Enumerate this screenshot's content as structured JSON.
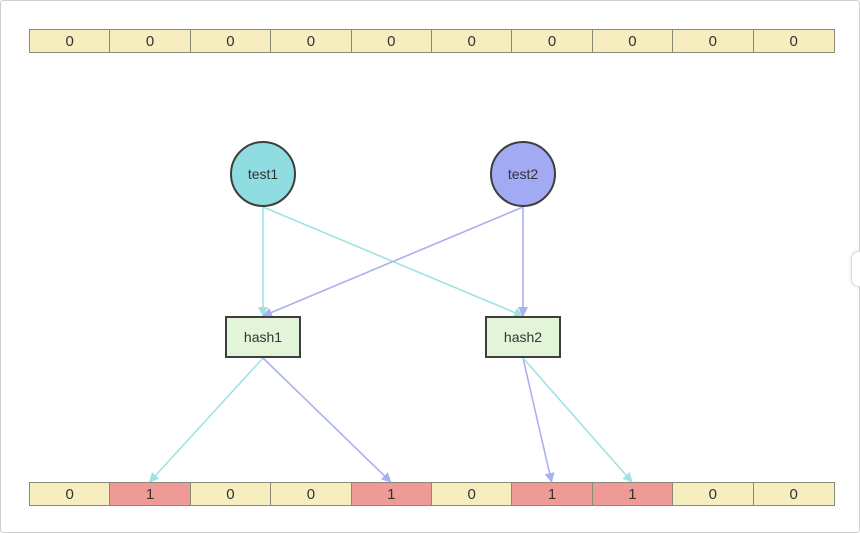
{
  "colors": {
    "cell_empty": "#f7eec0",
    "cell_set": "#f09a98",
    "test1_fill": "#8fdde0",
    "test2_fill": "#a3aaf4",
    "hash_fill": "#e3f5d8",
    "edge_test1": "#9fe3e3",
    "edge_test2": "#aab0f0"
  },
  "bit_array_before": [
    "0",
    "0",
    "0",
    "0",
    "0",
    "0",
    "0",
    "0",
    "0",
    "0"
  ],
  "bit_array_after": [
    "0",
    "1",
    "0",
    "0",
    "1",
    "0",
    "1",
    "1",
    "0",
    "0"
  ],
  "inputs": [
    {
      "id": "test1",
      "label": "test1"
    },
    {
      "id": "test2",
      "label": "test2"
    }
  ],
  "hash_functions": [
    {
      "id": "hash1",
      "label": "hash1"
    },
    {
      "id": "hash2",
      "label": "hash2"
    }
  ],
  "edges": [
    {
      "from": "test1",
      "to": "hash1",
      "color": "edge_test1"
    },
    {
      "from": "test1",
      "to": "hash2",
      "color": "edge_test1"
    },
    {
      "from": "test2",
      "to": "hash1",
      "color": "edge_test2"
    },
    {
      "from": "test2",
      "to": "hash2",
      "color": "edge_test2"
    },
    {
      "from": "hash1",
      "to_bit": 1,
      "color": "edge_test1"
    },
    {
      "from": "hash1",
      "to_bit": 4,
      "color": "edge_test2"
    },
    {
      "from": "hash2",
      "to_bit": 6,
      "color": "edge_test2"
    },
    {
      "from": "hash2",
      "to_bit": 7,
      "color": "edge_test1"
    }
  ]
}
